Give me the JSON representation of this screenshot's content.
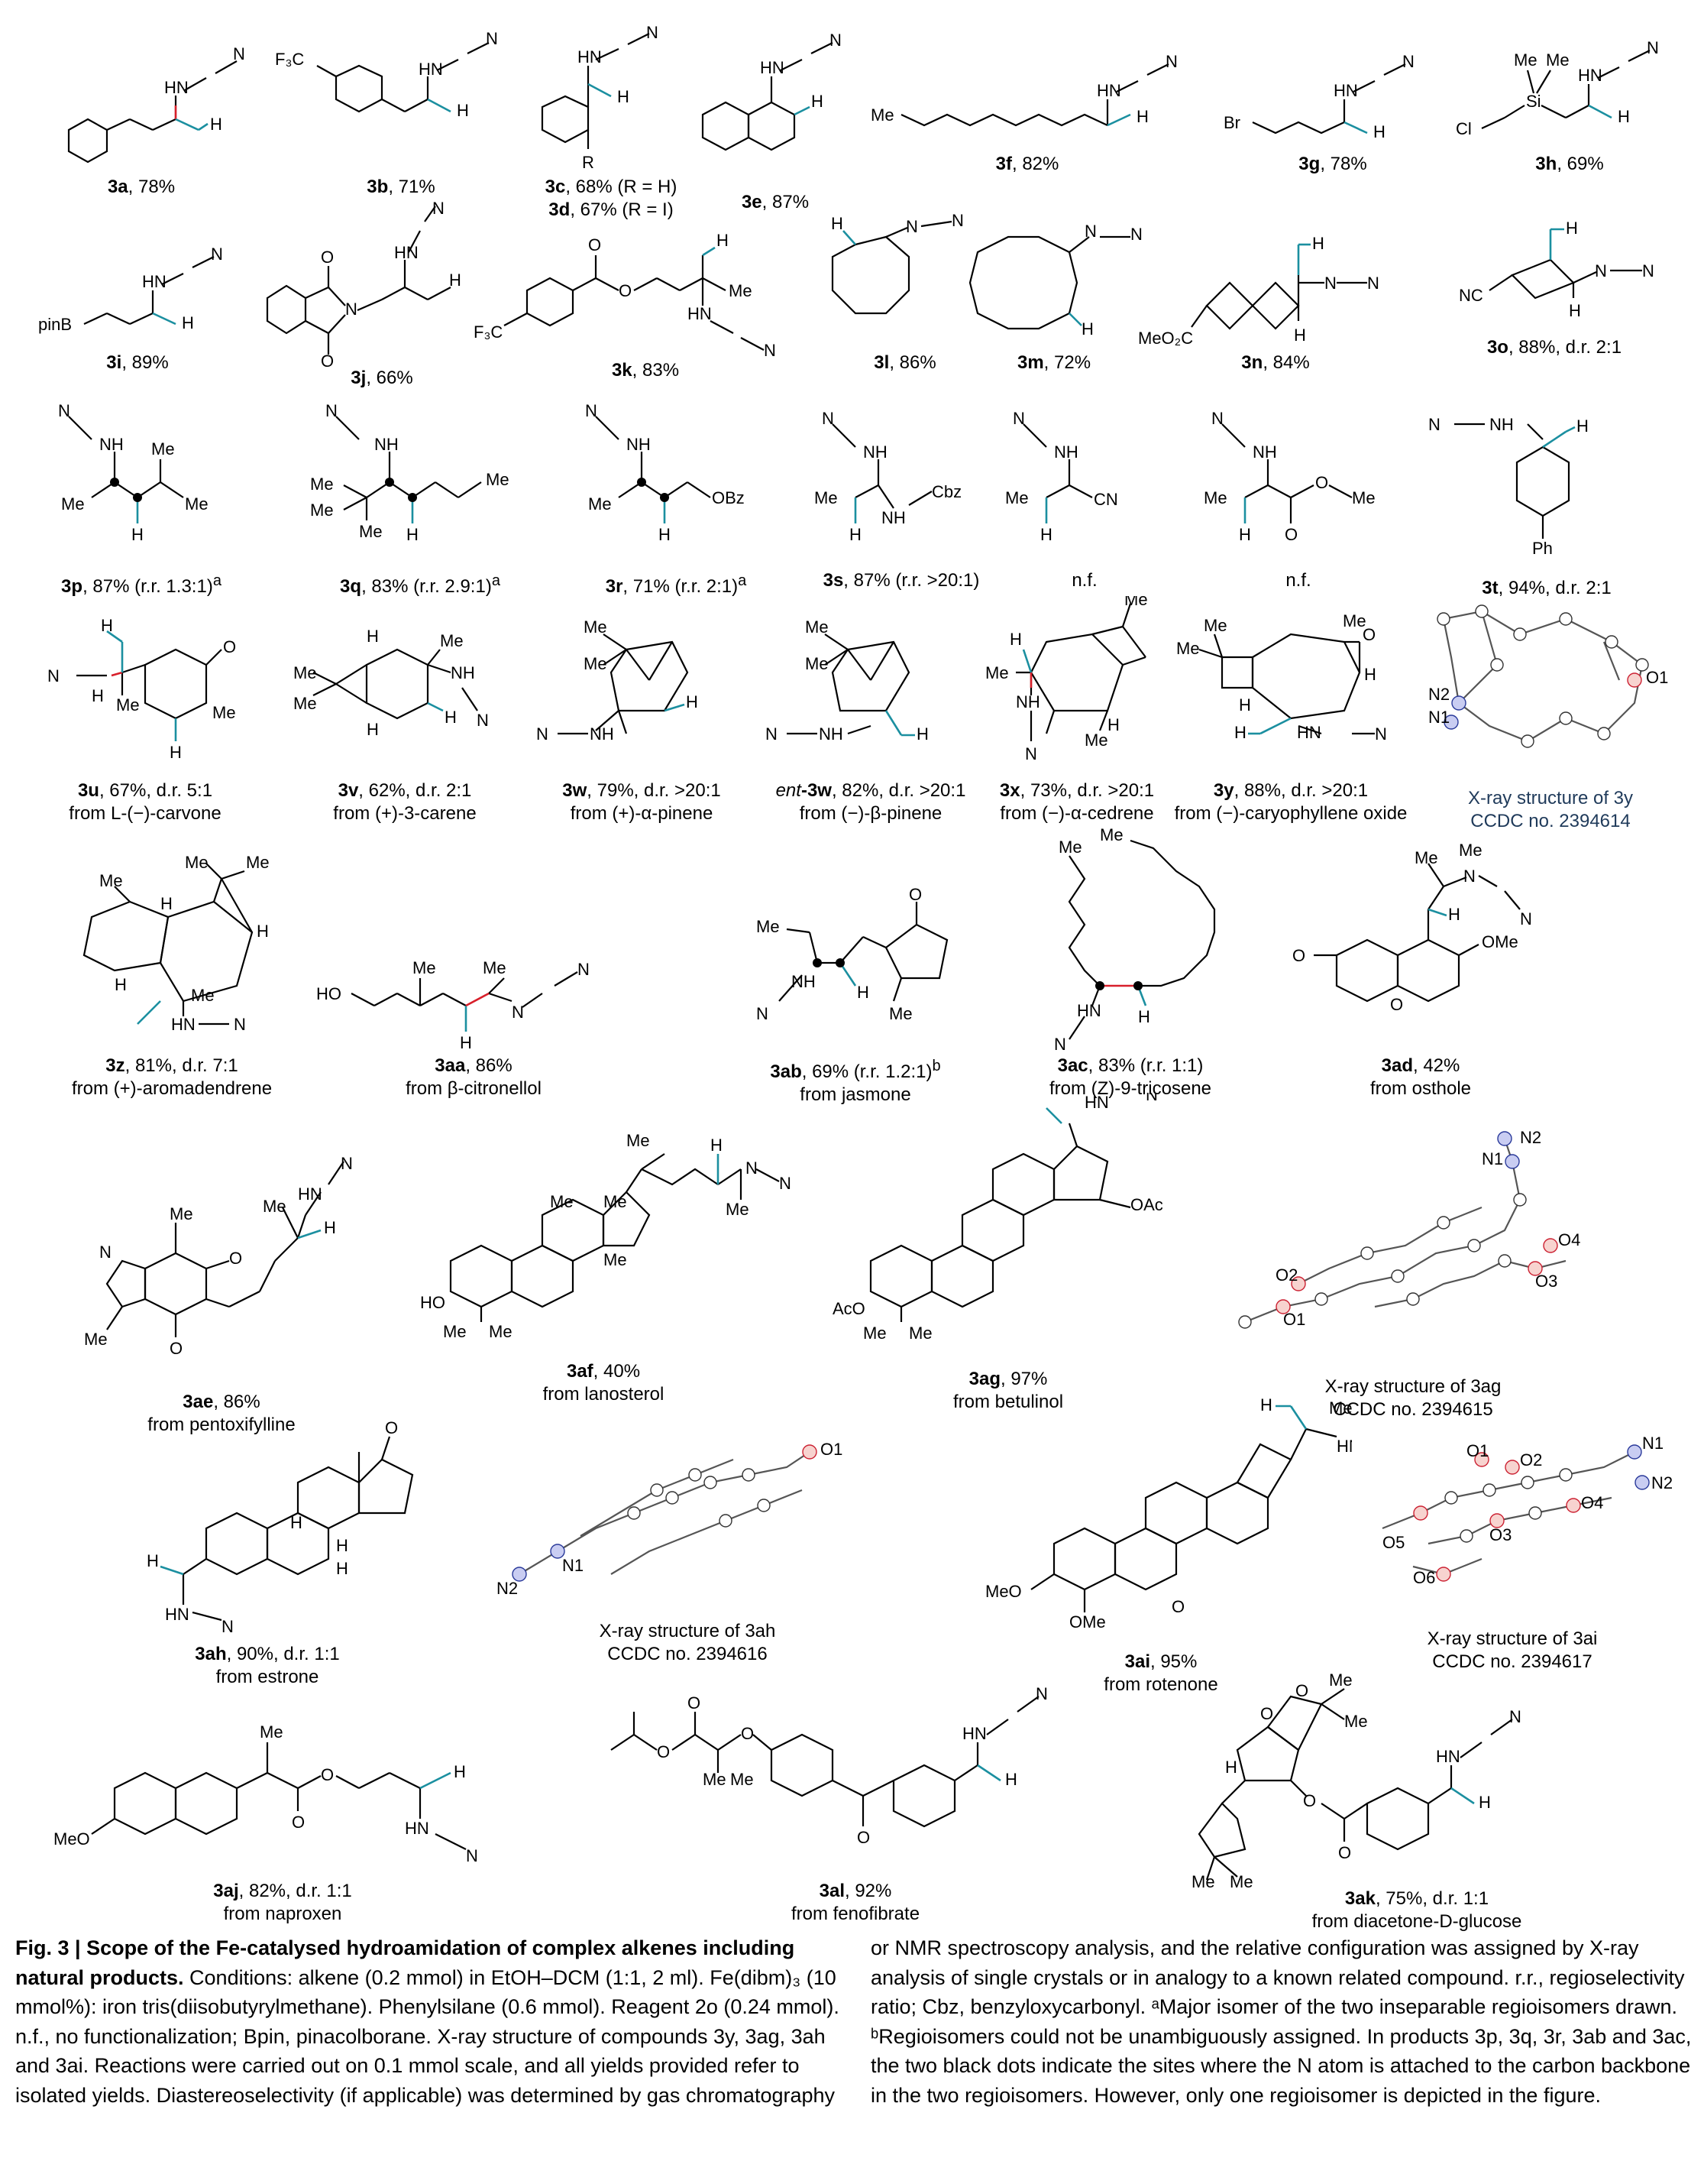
{
  "compounds": [
    {
      "id": "3a",
      "label": "3a",
      "rest": ", 78%"
    },
    {
      "id": "3b",
      "label": "3b",
      "rest": ", 71%"
    },
    {
      "id": "3c",
      "label": "3c",
      "rest": ", 68% (R = H)",
      "label2": "3d",
      "rest2": ", 67% (R = I)"
    },
    {
      "id": "3e",
      "label": "3e",
      "rest": ", 87%"
    },
    {
      "id": "3f",
      "label": "3f",
      "rest": ", 82%"
    },
    {
      "id": "3g",
      "label": "3g",
      "rest": ", 78%"
    },
    {
      "id": "3h",
      "label": "3h",
      "rest": ", 69%"
    },
    {
      "id": "3i",
      "label": "3i",
      "rest": ", 89%"
    },
    {
      "id": "3j",
      "label": "3j",
      "rest": ", 66%"
    },
    {
      "id": "3k",
      "label": "3k",
      "rest": ", 83%"
    },
    {
      "id": "3l",
      "label": "3l",
      "rest": ", 86%"
    },
    {
      "id": "3m",
      "label": "3m",
      "rest": ", 72%"
    },
    {
      "id": "3n",
      "label": "3n",
      "rest": ", 84%"
    },
    {
      "id": "3o",
      "label": "3o",
      "rest": ", 88%, d.r. 2:1"
    },
    {
      "id": "3p",
      "label": "3p",
      "rest": ", 87% (r.r. 1.3:1)",
      "sup": "a"
    },
    {
      "id": "3q",
      "label": "3q",
      "rest": ", 83% (r.r. 2.9:1)",
      "sup": "a"
    },
    {
      "id": "3r",
      "label": "3r",
      "rest": ", 71% (r.r. 2:1)",
      "sup": "a"
    },
    {
      "id": "3s",
      "label": "3s",
      "rest": ", 87% (r.r. >20:1)"
    },
    {
      "id": "nf1",
      "label": "",
      "rest": "n.f."
    },
    {
      "id": "nf2",
      "label": "",
      "rest": "n.f."
    },
    {
      "id": "3t",
      "label": "3t",
      "rest": ", 94%, d.r. 2:1"
    },
    {
      "id": "3u",
      "label": "3u",
      "rest": ", 67%, d.r. 5:1",
      "source": "from L-(−)-carvone"
    },
    {
      "id": "3v",
      "label": "3v",
      "rest": ", 62%, d.r. 2:1",
      "source": "from (+)-3-carene"
    },
    {
      "id": "3w",
      "label": "3w",
      "rest": ", 79%, d.r. >20:1",
      "source": "from (+)-α-pinene"
    },
    {
      "id": "ent3w",
      "prefix": "ent",
      "label": "-3w",
      "rest": ", 82%, d.r. >20:1",
      "source": "from (−)-β-pinene"
    },
    {
      "id": "3x",
      "label": "3x",
      "rest": ", 73%, d.r. >20:1",
      "source": "from (−)-α-cedrene"
    },
    {
      "id": "3y",
      "label": "3y",
      "rest": ", 88%, d.r. >20:1",
      "source": "from (−)-caryophyllene oxide"
    },
    {
      "id": "3z",
      "label": "3z",
      "rest": ", 81%, d.r. 7:1",
      "source": "from (+)-aromadendrene"
    },
    {
      "id": "3aa",
      "label": "3aa",
      "rest": ", 86%",
      "source": "from β-citronellol"
    },
    {
      "id": "3ab",
      "label": "3ab",
      "rest": ", 69% (r.r. 1.2:1)",
      "sup": "b",
      "source": "from jasmone"
    },
    {
      "id": "3ac",
      "label": "3ac",
      "rest": ", 83% (r.r. 1:1)",
      "source": "from (Z)-9-tricosene"
    },
    {
      "id": "3ad",
      "label": "3ad",
      "rest": ", 42%",
      "source": "from osthole"
    },
    {
      "id": "3ae",
      "label": "3ae",
      "rest": ", 86%",
      "source": "from pentoxifylline"
    },
    {
      "id": "3af",
      "label": "3af",
      "rest": ", 40%",
      "source": "from lanosterol"
    },
    {
      "id": "3ag",
      "label": "3ag",
      "rest": ", 97%",
      "source": "from betulinol"
    },
    {
      "id": "3ah",
      "label": "3ah",
      "rest": ", 90%, d.r. 1:1",
      "source": "from estrone"
    },
    {
      "id": "3ai",
      "label": "3ai",
      "rest": ", 95%",
      "source": "from rotenone"
    },
    {
      "id": "3aj",
      "label": "3aj",
      "rest": ", 82%, d.r. 1:1",
      "source": "from naproxen"
    },
    {
      "id": "3al",
      "label": "3al",
      "rest": ", 92%",
      "source": "from fenofibrate"
    },
    {
      "id": "3ak",
      "label": "3ak",
      "rest": ", 75%, d.r. 1:1",
      "source": "from diacetone-D-glucose"
    }
  ],
  "xray": [
    {
      "id": "3y",
      "line1": "X-ray structure  of 3y",
      "line2": "CCDC no. 2394614"
    },
    {
      "id": "3ag",
      "line1": "X-ray structure of 3ag",
      "line2": "CCDC no. 2394615"
    },
    {
      "id": "3ah",
      "line1": "X-ray structure of 3ah",
      "line2": "CCDC no. 2394616"
    },
    {
      "id": "3ai",
      "line1": "X-ray structure of 3ai",
      "line2": "CCDC no. 2394617"
    }
  ],
  "caption": {
    "title": "Fig. 3 | Scope of the Fe-catalysed hydroamidation of complex alkenes including natural products.",
    "left_body": " Conditions: alkene (0.2 mmol) in EtOH–DCM (1:1, 2 ml). Fe(dibm)₃ (10 mmol%): iron tris(diisobutyrylmethane). Phenylsilane (0.6 mmol). Reagent 2o (0.24 mmol). n.f., no functionalization; Bpin, pinacolborane. X-ray structure of compounds 3y, 3ag, 3ah and 3ai. Reactions were carried out on 0.1 mmol scale, and all yields provided refer to isolated yields. Diastereoselectivity (if applicable) was determined by gas chromatography",
    "right_body": "or NMR spectroscopy analysis, and the relative configuration was assigned by X-ray analysis of single crystals or in analogy to a known related compound. r.r., regioselectivity ratio; Cbz, benzyloxycarbonyl. ᵃMajor isomer of the two inseparable regioisomers drawn. ᵇRegioisomers could not be unambiguously assigned. In products 3p, 3q, 3r, 3ab and 3ac, the two black dots indicate the sites where the N atom is attached to the carbon backbone in the two regioisomers. However, only one regioisomer is depicted in the figure."
  },
  "atoms": {
    "nh": "HN",
    "n": "N",
    "h": "H",
    "me": "Me",
    "cf3": "F₃C",
    "r": "R",
    "br": "Br",
    "cl": "Cl",
    "si": "Si",
    "pinb": "pinB",
    "o": "O",
    "meo2c": "MeO₂C",
    "nc": "NC",
    "cn": "CN",
    "nh2": "NH",
    "cbz": "Cbz",
    "obz": "OBz",
    "ph": "Ph",
    "oac": "OAc",
    "aco": "AcO",
    "ho": "HO",
    "meo": "MeO",
    "ome": "OMe",
    "n1": "N1",
    "n2": "N2",
    "o1": "O1",
    "o2": "O2",
    "o3": "O3",
    "o4": "O4",
    "o5": "O5",
    "o6": "O6"
  }
}
